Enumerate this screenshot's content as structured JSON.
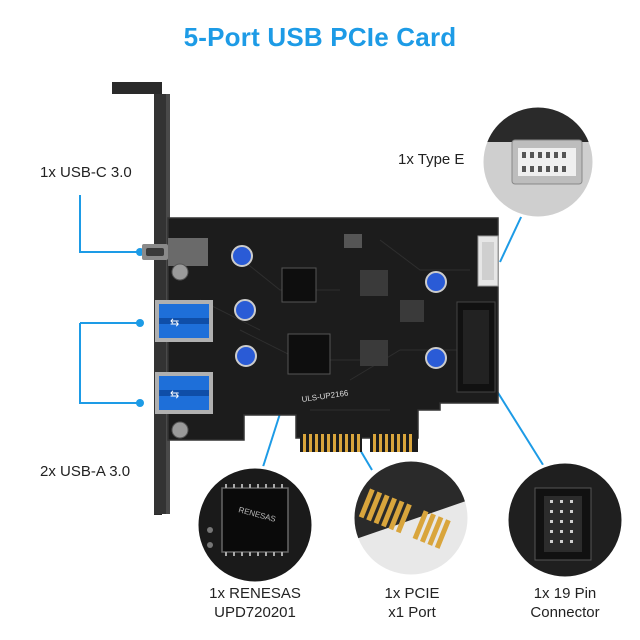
{
  "title": "5-Port USB PCIe Card",
  "labels": {
    "usb_c": "1x USB-C 3.0",
    "type_e": "1x Type E",
    "usb_a": "2x USB-A 3.0",
    "renesas_line1": "1x RENESAS",
    "renesas_line2": "UPD720201",
    "pcie_line1": "1x PCIE",
    "pcie_line2": "x1 Port",
    "pin_line1": "1x 19 Pin",
    "pin_line2": "Connector"
  },
  "board_markings": {
    "model": "ULS-UP2166",
    "chip": "RENESAS"
  },
  "colors": {
    "accent": "#1d9be6",
    "board": "#1c1c1c",
    "usb_blue": "#1e6fd9",
    "gold": "#d9a53c"
  }
}
